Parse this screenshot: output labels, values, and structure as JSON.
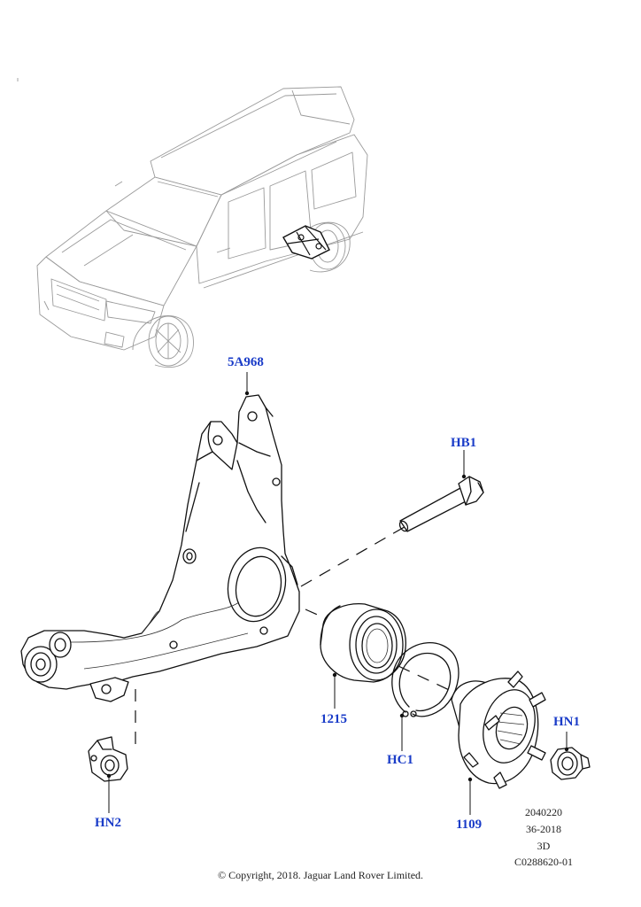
{
  "callouts": {
    "knuckle": "5A968",
    "bolt": "HB1",
    "bearing": "1215",
    "circlip": "HC1",
    "hub": "1109",
    "hub_nut": "HN1",
    "nut_lower": "HN2"
  },
  "meta": {
    "line1": "2040220",
    "line2": "36-2018",
    "line3": "3D",
    "line4": "C0288620-01"
  },
  "copyright": "© Copyright, 2018. Jaguar Land Rover Limited."
}
